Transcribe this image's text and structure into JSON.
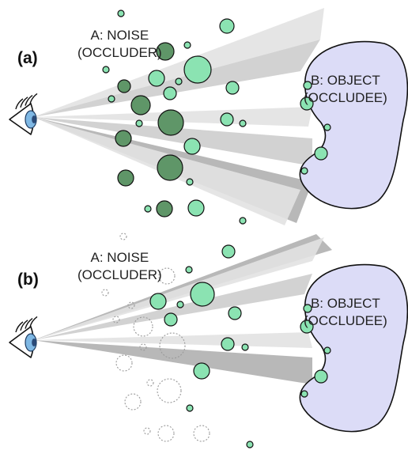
{
  "panels": [
    {
      "label": "(a)",
      "noise_line1": "A: NOISE",
      "noise_line2": "(OCCLUDER)",
      "object_line1": "B: OBJECT",
      "object_line2": "(OCCLUDEE)"
    },
    {
      "label": "(b)",
      "noise_line1": "A: NOISE",
      "noise_line2": "(OCCLUDER)",
      "object_line1": "B: OBJECT",
      "object_line2": "(OCCLUDEE)"
    }
  ],
  "colors": {
    "object_fill": "#dcdcf7",
    "occluder_dark": "#5f9668",
    "particle_light": "#8be3b2",
    "beam_light": "#e2e2e2",
    "beam_mid": "#cdcdcd",
    "beam_dark": "#b0b0b0",
    "eye_iris": "#7fb8e4",
    "eye_pupil": "#2a4a78",
    "dotted_outline": "#9a9a9a"
  },
  "icons": {
    "eye": "eye-icon"
  }
}
